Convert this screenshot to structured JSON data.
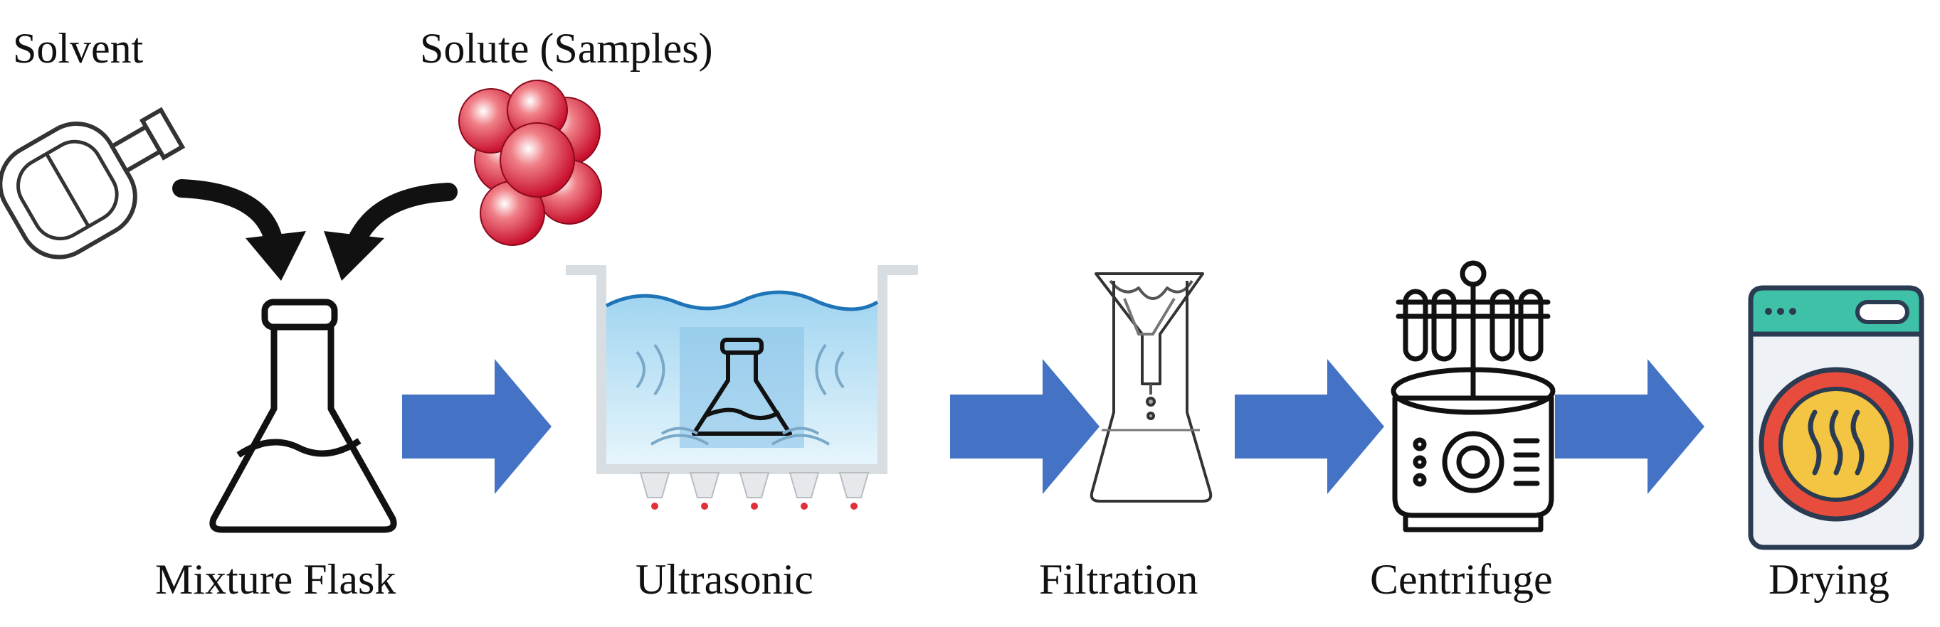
{
  "inputs": {
    "solvent_label": "Solvent",
    "solute_label": "Solute (Samples)"
  },
  "steps": [
    {
      "label": "Mixture Flask",
      "icon": "conical-flask-icon"
    },
    {
      "label": "Ultrasonic",
      "icon": "ultrasonic-bath-icon"
    },
    {
      "label": "Filtration",
      "icon": "filter-funnel-flask-icon"
    },
    {
      "label": "Centrifuge",
      "icon": "centrifuge-icon"
    },
    {
      "label": "Drying",
      "icon": "drying-machine-icon"
    }
  ],
  "colors": {
    "arrow": "#4472C4",
    "curved_arrow": "#111111",
    "solute": "#E0303A",
    "water": "#BFE3F5",
    "drying_door": "#E74C3C",
    "drying_inner": "#F4C542",
    "drying_top": "#3FC1A8"
  }
}
